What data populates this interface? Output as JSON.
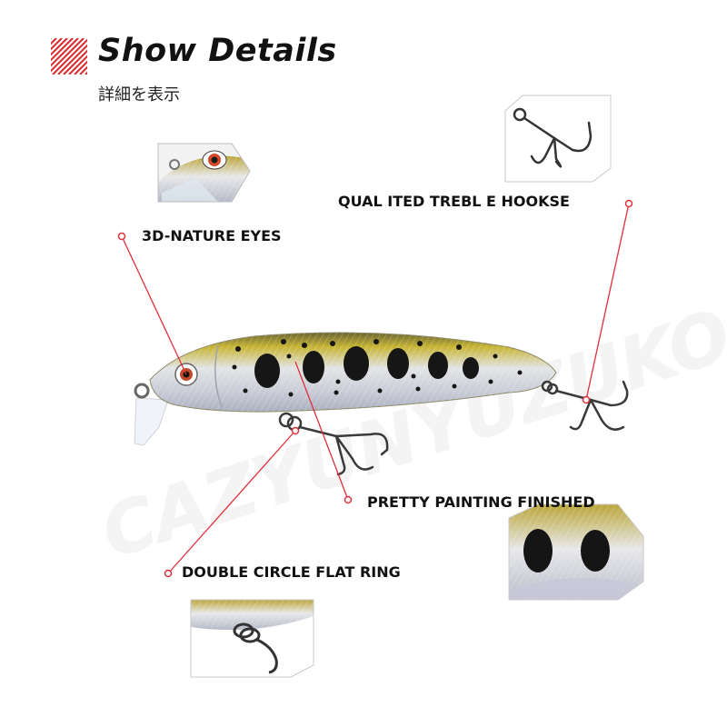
{
  "header": {
    "title": "Show Details",
    "subtitle": "詳細を表示"
  },
  "labels": {
    "eyes": "3D-NATURE EYES",
    "hook": "QUAL ITED TREBL E HOOKSE",
    "painting": "PRETTY PAINTING FINISHED",
    "ring": "DOUBLE CIRCLE FLAT RING"
  },
  "colors": {
    "accent": "#d9262c",
    "callout_line": "#e0303a",
    "lure_back": "#c9b52e",
    "lure_belly": "#dfe3ea",
    "spots": "#1a1a1a"
  },
  "icons": [
    "diagonal-stripe-mark",
    "lure-illustration",
    "treble-hook-illustration",
    "eye-detail-thumbnail",
    "hook-detail-thumbnail",
    "paint-detail-thumbnail",
    "ring-detail-thumbnail"
  ]
}
